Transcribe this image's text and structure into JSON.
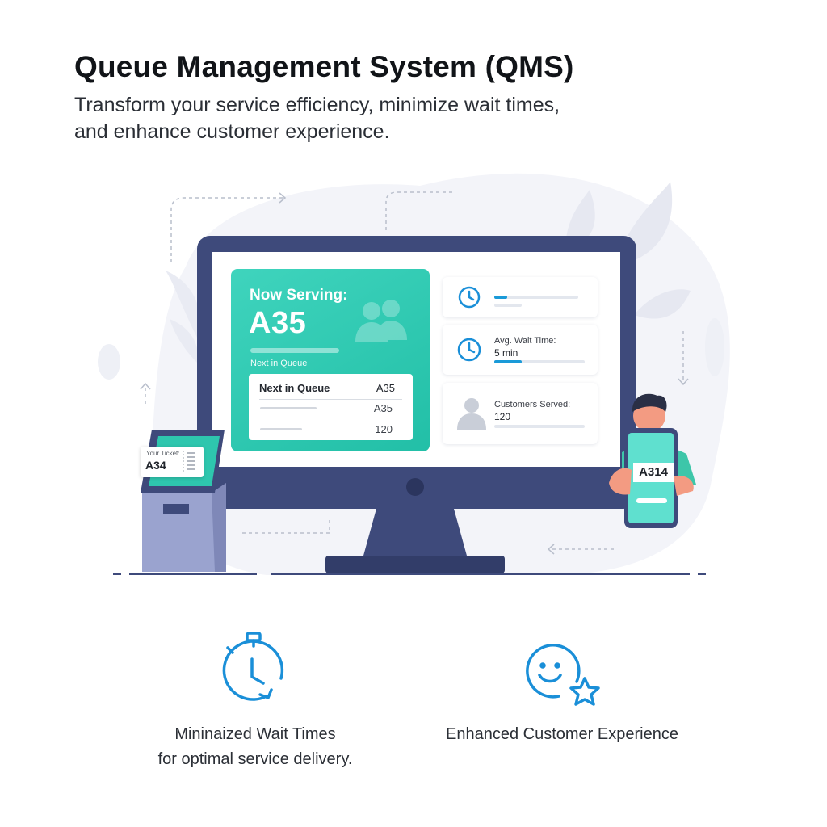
{
  "header": {
    "title": "Queue Management System (QMS)",
    "subtitle_line1": "Transform your service efficiency, minimize wait times,",
    "subtitle_line2": "and enhance customer experience."
  },
  "screen": {
    "serving": {
      "label": "Now Serving:",
      "number": "A35",
      "next_label": "Next in Queue"
    },
    "queue_list": {
      "header": "Next in Queue",
      "header_value": "A35",
      "rows": [
        "A35",
        "120"
      ]
    },
    "stats": {
      "wait_time_label": "Avg. Wait Time:",
      "wait_time_value": "5 min",
      "customers_label": "Customers Served:",
      "customers_value": "120"
    }
  },
  "kiosk": {
    "ticket_label": "Your Ticket:",
    "ticket_number": "A34"
  },
  "phone": {
    "ticket_number": "A314"
  },
  "features": [
    {
      "title": "Mininaized Wait Times",
      "desc": "for optimal service delivery.",
      "icon": "stopwatch-icon"
    },
    {
      "title": "Enhanced Customer Experience",
      "icon": "smiley-star-icon"
    }
  ],
  "colors": {
    "accent_teal": "#2cc7b0",
    "monitor_navy": "#3d4a7a",
    "icon_blue": "#1a8fd8"
  }
}
